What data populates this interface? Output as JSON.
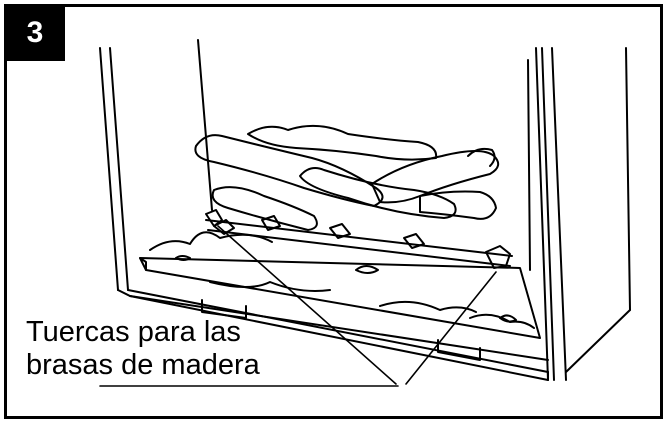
{
  "step": {
    "number": "3"
  },
  "callout": {
    "line1": "Tuercas para las",
    "line2": "brasas de madera"
  }
}
